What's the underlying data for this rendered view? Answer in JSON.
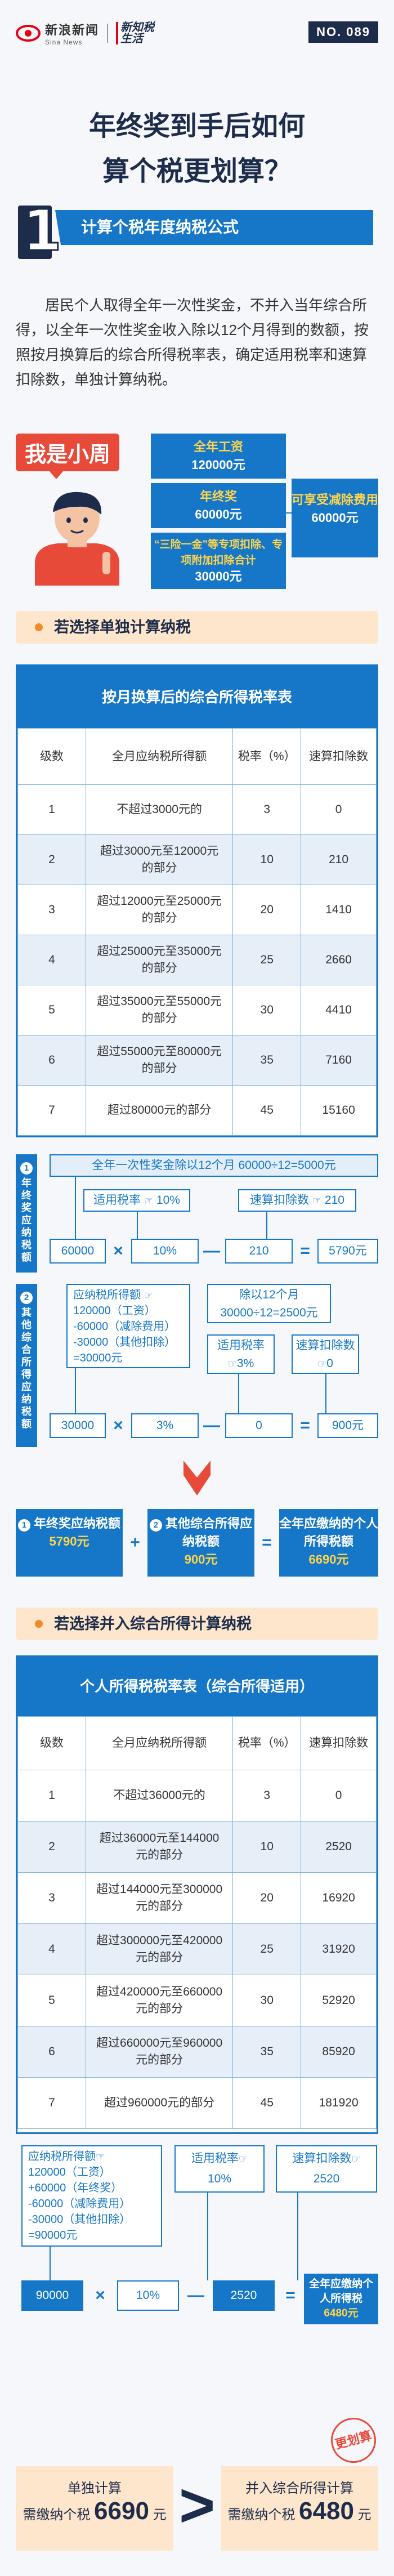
{
  "header": {
    "brand_cn": "新浪新闻",
    "brand_en": "Sina News",
    "sub_brand": "新知税生活",
    "issue": "NO. 089"
  },
  "title_line1": "年终奖到手后如何",
  "title_line2": "算个税更划算？",
  "section1": {
    "number": "1",
    "title": "计算个税年度纳税公式"
  },
  "intro": "居民个人取得全年一次性奖金，不并入当年综合所得，以全年一次性奖金收入除以12个月得到的数额，按照按月换算后的综合所得税率表，确定适用税率和速算扣除数，单独计算纳税。",
  "persona": {
    "tag": "我是小周",
    "salary_label": "全年工资",
    "salary_value": "120000元",
    "bonus_label": "年终奖",
    "bonus_value": "60000元",
    "deduct_label": "“三险一金”等专项扣除、专项附加扣除合计",
    "deduct_value": "30000元",
    "standard_label": "可享受减除费用",
    "standard_value": "60000元"
  },
  "pill1": "若选择单独计算纳税",
  "table1": {
    "caption": "按月换算后的综合所得税率表",
    "headers": [
      "级数",
      "全月应纳税所得额",
      "税率（%）",
      "速算扣除数"
    ],
    "rows": [
      [
        "1",
        "不超过3000元的",
        "3",
        "0"
      ],
      [
        "2",
        "超过3000元至12000元的部分",
        "10",
        "210"
      ],
      [
        "3",
        "超过12000元至25000元的部分",
        "20",
        "1410"
      ],
      [
        "4",
        "超过25000元至35000元的部分",
        "25",
        "2660"
      ],
      [
        "5",
        "超过35000元至55000元的部分",
        "30",
        "4410"
      ],
      [
        "6",
        "超过55000元至80000元的部分",
        "35",
        "7160"
      ],
      [
        "7",
        "超过80000元的部分",
        "45",
        "15160"
      ]
    ]
  },
  "calc1": {
    "label_num": "1",
    "label": "年终奖应纳税额",
    "monthly": "全年一次性奖金除以12个月 60000÷12=5000元",
    "rate_label": "适用税率",
    "rate": "10%",
    "quick_label": "速算扣除数",
    "quick": "210",
    "a": "60000",
    "op1": "×",
    "b": "10%",
    "op2": "—",
    "c": "210",
    "op3": "=",
    "result": "5790元"
  },
  "calc2": {
    "label_num": "2",
    "label": "其他综合所得应纳税额",
    "income_label": "应纳税所得额",
    "income_lines": [
      "120000（工资）",
      "-60000（减除费用）",
      "-30000（其他扣除）",
      "=30000元"
    ],
    "monthly_label": "除以12个月",
    "monthly": "30000÷12=2500元",
    "rate_label": "适用税率",
    "rate": "3%",
    "quick_label": "速算扣除数",
    "quick": "0",
    "a": "30000",
    "op1": "×",
    "b": "3%",
    "op2": "—",
    "c": "0",
    "op3": "=",
    "result": "900元"
  },
  "sum1": {
    "a_num": "1",
    "a_label": "年终奖应纳税额",
    "a_value": "5790元",
    "plus": "+",
    "b_num": "2",
    "b_label": "其他综合所得应纳税额",
    "b_value": "900元",
    "eq": "=",
    "total_label": "全年应缴纳的个人所得税额",
    "total_value": "6690元"
  },
  "pill2": "若选择并入综合所得计算纳税",
  "table2": {
    "caption": "个人所得税税率表（综合所得适用）",
    "headers": [
      "级数",
      "全月应纳税所得额",
      "税率（%）",
      "速算扣除数"
    ],
    "rows": [
      [
        "1",
        "不超过36000元的",
        "3",
        "0"
      ],
      [
        "2",
        "超过36000元至144000元的部分",
        "10",
        "2520"
      ],
      [
        "3",
        "超过144000元至300000元的部分",
        "20",
        "16920"
      ],
      [
        "4",
        "超过300000元至420000元的部分",
        "25",
        "31920"
      ],
      [
        "5",
        "超过420000元至660000元的部分",
        "30",
        "52920"
      ],
      [
        "6",
        "超过660000元至960000元的部分",
        "35",
        "85920"
      ],
      [
        "7",
        "超过960000元的部分",
        "45",
        "181920"
      ]
    ]
  },
  "calc3": {
    "income_label": "应纳税所得额",
    "income_lines": [
      "120000（工资）",
      "+60000（年终奖）",
      "-60000（减除费用）",
      "-30000（其他扣除）",
      "=90000元"
    ],
    "rate_label": "适用税率",
    "rate": "10%",
    "quick_label": "速算扣除数",
    "quick": "2520",
    "a": "90000",
    "op1": "×",
    "b": "10%",
    "op2": "—",
    "c": "2520",
    "op3": "=",
    "total_label": "全年应缴纳个人所得税",
    "total_value": "6480元"
  },
  "compare": {
    "left_title": "单独计算",
    "left_prefix": "需缴纳个税",
    "left_value": "6690",
    "left_unit": "元",
    "gt": ">",
    "right_title": "并入综合所得计算",
    "right_prefix": "需缴纳个税",
    "right_value": "6480",
    "right_unit": "元",
    "stamp": "更划算"
  },
  "colors": {
    "navy": "#1d2c4a",
    "blue": "#1677c8",
    "orange": "#f08a24",
    "peach": "#fde6cc",
    "red": "#e84a3a",
    "yellow": "#ffd54a"
  }
}
